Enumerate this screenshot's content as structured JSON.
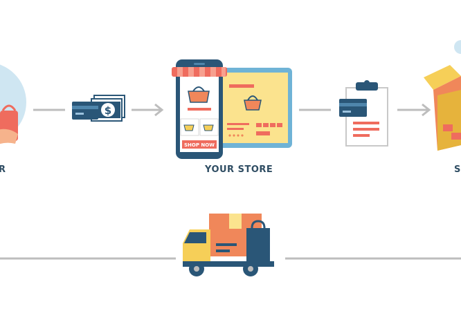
{
  "flow": {
    "left_label": "R",
    "store_label": "YOUR STORE",
    "right_label": "S",
    "shop_button": "SHOP NOW",
    "payment_symbol": "$"
  },
  "icons": [
    "customer-icon",
    "payment-icon",
    "online-store-icon",
    "order-clipboard-icon",
    "package-box-icon",
    "delivery-truck-icon"
  ],
  "colors": {
    "navy": "#2a5677",
    "arrow_gray": "#bdbdbd",
    "orange": "#f0875a",
    "salmon": "#ef6c5e",
    "yellow": "#f6cf58",
    "cream": "#fbe38e",
    "light_blue": "#cfe6f2",
    "label": "#2f4d63"
  }
}
